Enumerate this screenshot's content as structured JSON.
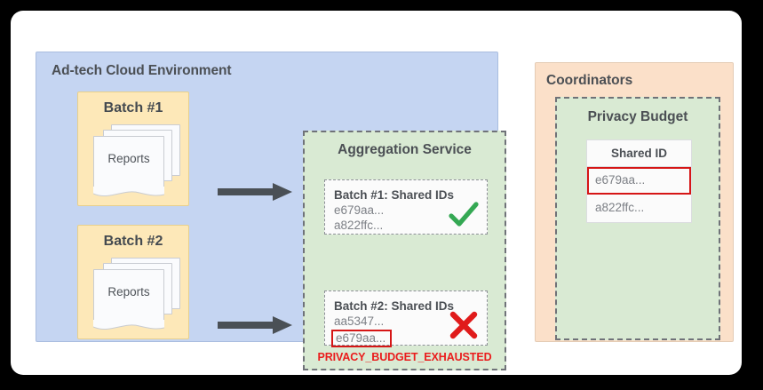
{
  "adtech": {
    "title": "Ad-tech Cloud Environment",
    "batches": [
      {
        "title": "Batch #1",
        "doc_label": "Reports"
      },
      {
        "title": "Batch #2",
        "doc_label": "Reports"
      }
    ],
    "arrow_icon": "right-arrow-icon"
  },
  "aggregation_service": {
    "title": "Aggregation Service",
    "cards": [
      {
        "heading": "Batch #1: Shared IDs",
        "ids": [
          "e679aa...",
          "a822ffc..."
        ],
        "highlighted_id": null,
        "status": "success",
        "status_icon": "green-check-icon"
      },
      {
        "heading": "Batch #2: Shared IDs",
        "ids": [
          "aa5347...",
          "e679aa..."
        ],
        "highlighted_id": "e679aa...",
        "status": "error",
        "status_icon": "red-x-icon"
      }
    ],
    "error_message": "PRIVACY_BUDGET_EXHAUSTED"
  },
  "coordinators": {
    "title": "Coordinators",
    "privacy_budget": {
      "title": "Privacy Budget",
      "table": {
        "header": "Shared ID",
        "rows": [
          {
            "value": "e679aa...",
            "highlighted": true
          },
          {
            "value": "a822ffc...",
            "highlighted": false
          }
        ]
      }
    }
  },
  "colors": {
    "canvas_bg": "#ffffff",
    "page_bg": "#000000",
    "adtech_panel": "#c5d5f2",
    "batch_box": "#fde8b8",
    "green_panel": "#d9ead3",
    "orange_panel": "#fbe0c9",
    "success_green": "#34a853",
    "error_red": "#ea1c1c",
    "highlight_red": "#d61616",
    "text_dark": "#4b4f54",
    "text_muted": "#7d8086",
    "arrow_gray": "#4a5056"
  }
}
